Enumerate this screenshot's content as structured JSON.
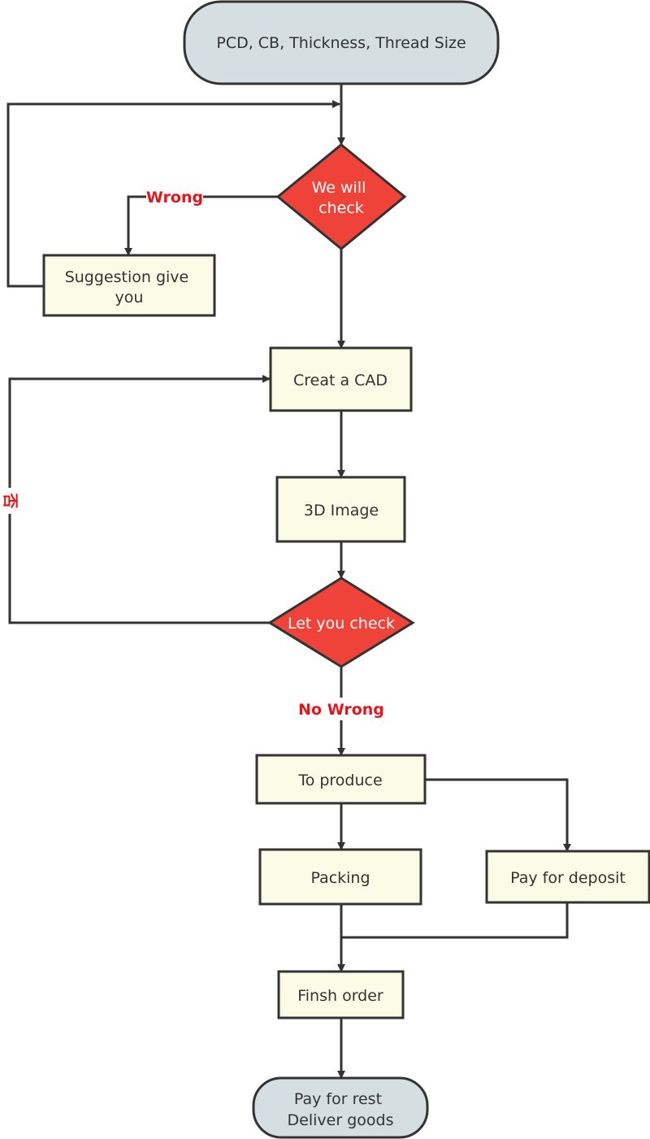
{
  "colors": {
    "terminal_fill": "#d5dee0",
    "process_fill": "#fbfce6",
    "decision_fill": "#ef4238",
    "stroke": "#333333",
    "label_red": "#e8141c"
  },
  "nodes": {
    "start": "PCD, CB, Thickness, Thread Size",
    "check1": [
      "We will",
      "check"
    ],
    "suggestion": [
      "Suggestion give",
      "you"
    ],
    "cad": "Creat a CAD",
    "image3d": "3D Image",
    "check2": "Let you check",
    "produce": "To produce",
    "packing": "Packing",
    "deposit": "Pay for deposit",
    "finish": "Finsh order",
    "end": [
      "Pay for rest",
      "Deliver goods"
    ]
  },
  "edge_labels": {
    "wrong": "Wrong",
    "no": "否",
    "no_wrong": "No Wrong"
  }
}
